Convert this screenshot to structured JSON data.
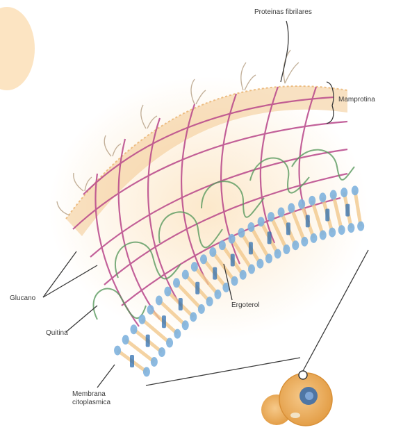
{
  "labels": {
    "proteinas_fibrilares": "Proteinas fibrilares",
    "matrix_label": "Mamprotina",
    "glucano": "Glucano",
    "quitina": "Quitina",
    "ergosterol": "Ergoterol",
    "membrana_line1": "Membrana",
    "membrana_line2": "citoplasmica"
  },
  "colors": {
    "background": "#ffffff",
    "glow": "#fce7c8",
    "protein_layer": "#f3c98f",
    "glucan_fiber": "#b8468a",
    "chitin_fiber": "#5a9a5f",
    "lipid_head": "#7fb3de",
    "lipid_tail": "#f2c98d",
    "leader_line": "#3a3a3a",
    "cell_body": "#e8a24a",
    "nucleus": "#3d6ea8"
  },
  "icons": {
    "cell_inset": "yeast-cell-icon"
  }
}
